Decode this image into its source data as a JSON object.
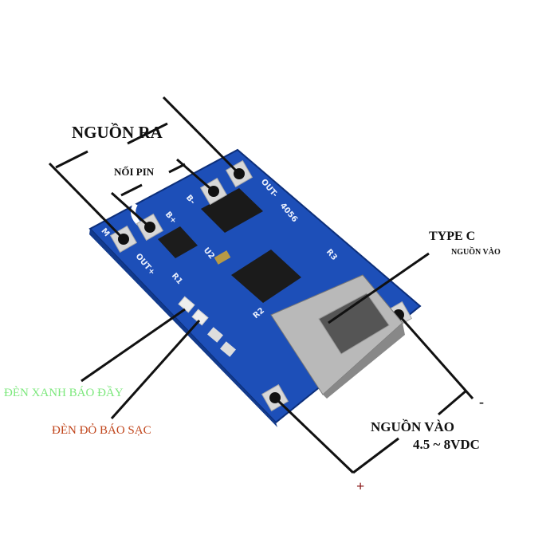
{
  "labels": {
    "output_power": "NGUỒN RA",
    "battery_connect": "NỐI PIN",
    "type_c": "TYPE C",
    "type_c_sub": "NGUỒN VÀO",
    "green_led": "ĐÈN XANH BÁO ĐẦY",
    "red_led": "ĐÈN ĐỎ BÁO SẠC",
    "input_power": "NGUỒN VÀO",
    "input_voltage": "4.5 ~ 8VDC",
    "minus": "-",
    "plus": "+"
  },
  "silkscreen": {
    "m": "M",
    "b_plus": "B+",
    "b_minus": "B-",
    "out_minus": "OUT-",
    "out_plus": "OUT+",
    "chip": "4056",
    "r3": "R3",
    "r1": "R1",
    "r2": "R2",
    "u2": "U2"
  },
  "colors": {
    "board": "#1a4fb5",
    "green_label": "#7de87d",
    "red_label": "#c0441a",
    "plus_sign": "#8b1a1a"
  }
}
